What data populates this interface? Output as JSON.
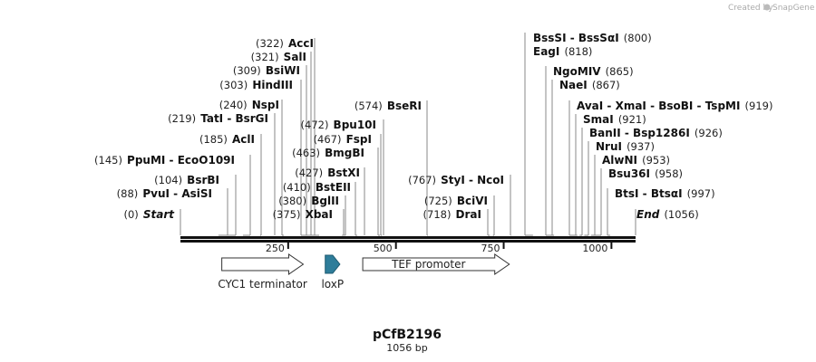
{
  "credit": {
    "prefix": "Created by",
    "brand": "SnapGene"
  },
  "plasmid": {
    "name": "pCfB2196",
    "length_label": "1056 bp",
    "length": 1056
  },
  "colors": {
    "backbone": "#111111",
    "lox_fill": "#2e7d9a",
    "arrow_fill": "#ffffff"
  },
  "ruler": [
    {
      "value": 250,
      "label": "250"
    },
    {
      "value": 500,
      "label": "500"
    },
    {
      "value": 750,
      "label": "750"
    },
    {
      "value": 1000,
      "label": "1000"
    }
  ],
  "features": [
    {
      "name": "CYC1 terminator",
      "start": 96,
      "end": 285,
      "style": "open-arrow",
      "direction": "right"
    },
    {
      "name": "loxP",
      "start": 336,
      "end": 370,
      "style": "filled-arrow",
      "direction": "right"
    },
    {
      "name": "TEF promoter",
      "start": 423,
      "end": 763,
      "style": "open-arrow",
      "direction": "right"
    }
  ],
  "sites_left": [
    {
      "pos": 322,
      "pos_label": "(322)",
      "name": "AccI"
    },
    {
      "pos": 321,
      "pos_label": "(321)",
      "name": "SalI"
    },
    {
      "pos": 309,
      "pos_label": "(309)",
      "name": "BsiWI"
    },
    {
      "pos": 303,
      "pos_label": "(303)",
      "name": "HindIII"
    },
    {
      "pos": 240,
      "pos_label": "(240)",
      "name": "NspI"
    },
    {
      "pos": 219,
      "pos_label": "(219)",
      "name": "TatI - BsrGI"
    },
    {
      "pos": 185,
      "pos_label": "(185)",
      "name": "AclI"
    },
    {
      "pos": 145,
      "pos_label": "(145)",
      "name": "PpuMI - EcoO109I"
    },
    {
      "pos": 104,
      "pos_label": "(104)",
      "name": "BsrBI"
    },
    {
      "pos": 88,
      "pos_label": "(88)",
      "name": "PvuI - AsiSI"
    },
    {
      "pos": 0,
      "pos_label": "(0)",
      "name": "Start",
      "italic": true
    }
  ],
  "sites_mid": [
    {
      "pos": 472,
      "pos_label": "(472)",
      "name": "Bpu10I"
    },
    {
      "pos": 467,
      "pos_label": "(467)",
      "name": "FspI"
    },
    {
      "pos": 463,
      "pos_label": "(463)",
      "name": "BmgBI"
    },
    {
      "pos": 427,
      "pos_label": "(427)",
      "name": "BstXI"
    },
    {
      "pos": 410,
      "pos_label": "(410)",
      "name": "BstEII"
    },
    {
      "pos": 380,
      "pos_label": "(380)",
      "name": "BglII"
    },
    {
      "pos": 375,
      "pos_label": "(375)",
      "name": "XbaI"
    }
  ],
  "sites_center": [
    {
      "pos": 574,
      "pos_label": "(574)",
      "name": "BseRI"
    },
    {
      "pos": 767,
      "pos_label": "(767)",
      "name": "StyI - NcoI"
    },
    {
      "pos": 725,
      "pos_label": "(725)",
      "name": "BciVI"
    },
    {
      "pos": 718,
      "pos_label": "(718)",
      "name": "DraI"
    }
  ],
  "sites_right": [
    {
      "pos": 800,
      "pos_label": "(800)",
      "name": "BssSI - BssSαI"
    },
    {
      "pos": 818,
      "pos_label": "(818)",
      "name": "EagI"
    },
    {
      "pos": 865,
      "pos_label": "(865)",
      "name": "NgoMIV"
    },
    {
      "pos": 867,
      "pos_label": "(867)",
      "name": "NaeI"
    },
    {
      "pos": 919,
      "pos_label": "(919)",
      "name": "AvaI - XmaI - BsoBI - TspMI"
    },
    {
      "pos": 921,
      "pos_label": "(921)",
      "name": "SmaI"
    },
    {
      "pos": 926,
      "pos_label": "(926)",
      "name": "BanII - Bsp1286I"
    },
    {
      "pos": 937,
      "pos_label": "(937)",
      "name": "NruI"
    },
    {
      "pos": 953,
      "pos_label": "(953)",
      "name": "AlwNI"
    },
    {
      "pos": 958,
      "pos_label": "(958)",
      "name": "Bsu36I"
    },
    {
      "pos": 997,
      "pos_label": "(997)",
      "name": "BtsI - BtsαI"
    },
    {
      "pos": 1056,
      "pos_label": "(1056)",
      "name": "End",
      "italic": true
    }
  ]
}
